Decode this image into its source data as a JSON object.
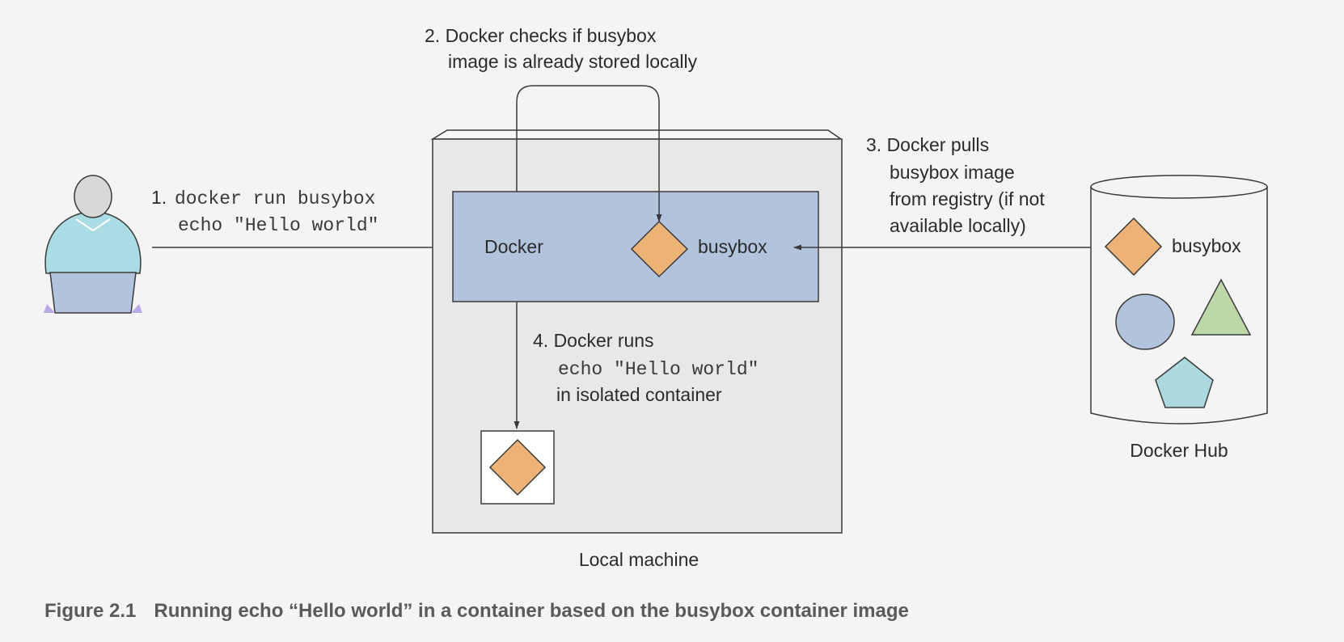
{
  "steps": {
    "step1": {
      "number": "1.",
      "line1": "docker run busybox",
      "line2": "echo \"Hello world\""
    },
    "step2": {
      "line1": "2. Docker checks if busybox",
      "line2": "image is already stored locally"
    },
    "step3": {
      "line1": "3. Docker pulls",
      "line2": "busybox image",
      "line3": "from registry (if not",
      "line4": "available locally)"
    },
    "step4": {
      "line1": "4. Docker runs",
      "line2": "echo \"Hello world\"",
      "line3": "in isolated container"
    }
  },
  "docker_box": {
    "docker_label": "Docker",
    "image_label": "busybox"
  },
  "local_machine": {
    "label": "Local machine"
  },
  "docker_hub": {
    "label": "Docker Hub",
    "image_label": "busybox"
  },
  "caption": {
    "figure_number": "Figure 2.1",
    "text": "Running echo “Hello world” in a container based on the busybox container image"
  },
  "colors": {
    "background": "#f4f4f4",
    "docker_box": "#b2c3de",
    "busybox_diamond": "#ecb276",
    "circle": "#b2c3de",
    "triangle": "#bcd8a8",
    "pentagon": "#acd9e0",
    "person_body": "#a9dce3",
    "laptop": "#b2c3de"
  }
}
